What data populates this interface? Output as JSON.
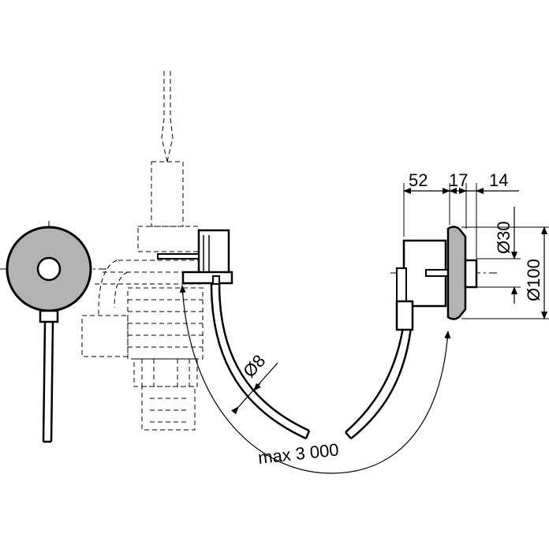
{
  "diagram": {
    "dimensions": {
      "d52": "52",
      "d17": "17",
      "d14": "14",
      "dia30": "Ø30",
      "dia100": "Ø100",
      "dia8": "Ø8",
      "max_length": "max 3 000"
    },
    "colors": {
      "line": "#000000",
      "button_fill": "#b3b3b3",
      "background": "#ffffff"
    }
  }
}
